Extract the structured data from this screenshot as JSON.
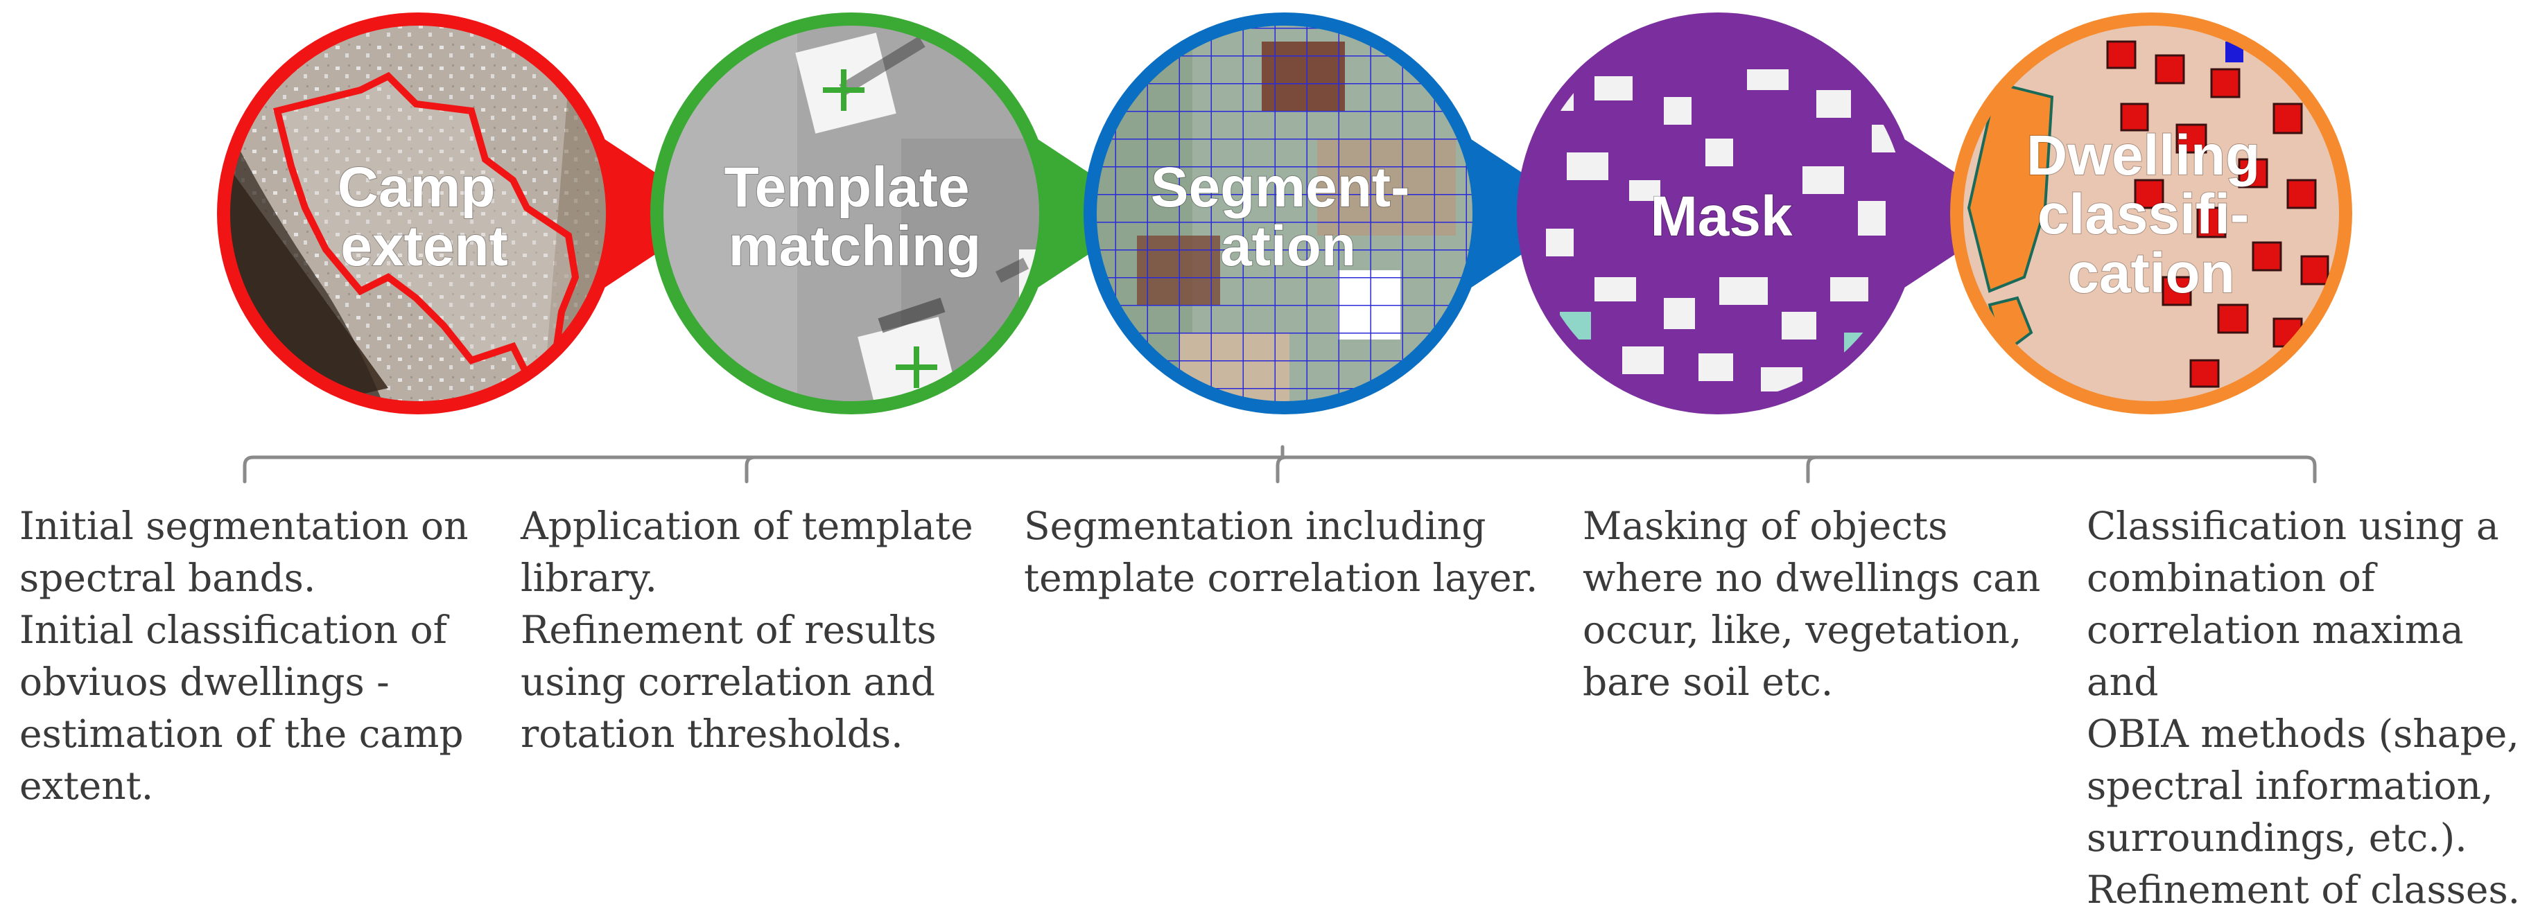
{
  "steps": [
    {
      "title_lines": [
        "Camp",
        "extent"
      ],
      "color": "#f01414",
      "description": "Initial segmentation on\nspectral bands.\nInitial classification of\nobviuos dwellings -\nestimation of the camp\nextent."
    },
    {
      "title_lines": [
        "Template",
        "matching"
      ],
      "color": "#3aaa35",
      "description": "Application of template\nlibrary.\nRefinement of results\nusing correlation and\nrotation thresholds."
    },
    {
      "title_lines": [
        "Segment-",
        "ation"
      ],
      "color": "#0a6fc2",
      "description": "Segmentation including\ntemplate correlation layer."
    },
    {
      "title_lines": [
        "Mask"
      ],
      "color": "#7b2f9e",
      "description": "Masking of objects\nwhere no dwellings can\noccur, like, vegetation,\nbare soil etc."
    },
    {
      "title_lines": [
        "Dwelling",
        "classifi-",
        "cation"
      ],
      "color": "#f58b2e",
      "description": "Classification using a\ncombination of\ncorrelation maxima and\nOBIA methods (shape,\nspectral information,\nsurroundings, etc.).\nRefinement of classes."
    }
  ]
}
